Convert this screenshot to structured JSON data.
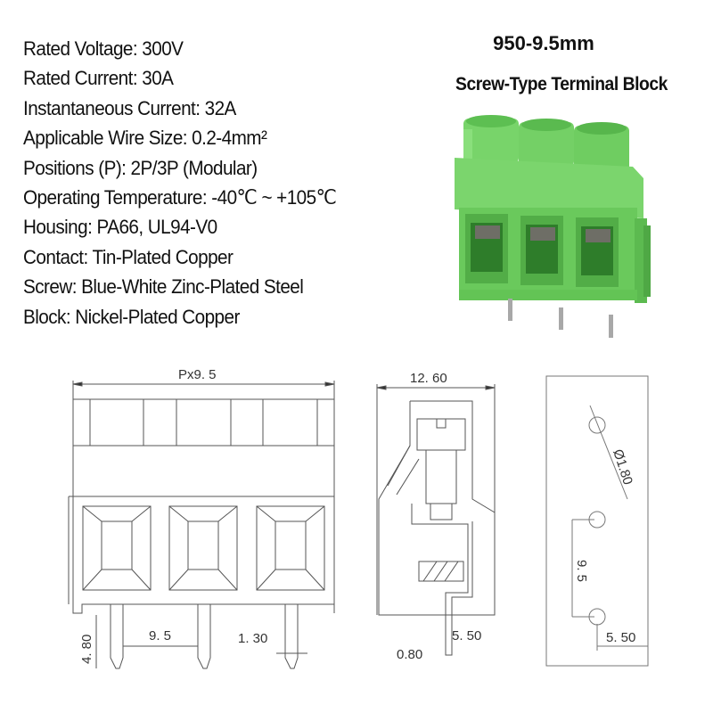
{
  "specs": [
    {
      "label": "Rated Voltage",
      "value": "300V",
      "text": "Rated Voltage: 300V"
    },
    {
      "label": "Rated Current",
      "value": "30A",
      "text": "Rated Current: 30A"
    },
    {
      "label": "Instantaneous Current",
      "value": "32A",
      "text": "Instantaneous Current: 32A"
    },
    {
      "label": "Applicable Wire Size",
      "value": "0.2-4mm²",
      "text": "Applicable Wire Size: 0.2-4mm²"
    },
    {
      "label": "Positions (P)",
      "value": "2P/3P (Modular)",
      "text": "Positions (P): 2P/3P (Modular)"
    },
    {
      "label": "Operating Temperature",
      "value": "-40℃ ~ +105℃",
      "text": "Operating Temperature: -40℃ ~ +105℃"
    },
    {
      "label": "Housing",
      "value": "PA66, UL94-V0",
      "text": "Housing: PA66, UL94-V0"
    },
    {
      "label": "Contact",
      "value": "Tin-Plated Copper",
      "text": "Contact: Tin-Plated Copper"
    },
    {
      "label": "Screw",
      "value": "Blue-White Zinc-Plated Steel",
      "text": "Screw: Blue-White Zinc-Plated Steel"
    },
    {
      "label": "Block",
      "value": "Nickel-Plated Copper",
      "text": "Block: Nickel-Plated Copper"
    }
  ],
  "product": {
    "model": "950-9.5mm",
    "type": "Screw-Type Terminal Block",
    "housing_color": "#6fcf5f",
    "housing_shadow": "#3e9a3a"
  },
  "drawings": {
    "front_view": {
      "overall_width": "Px9. 5",
      "pin_length": "4. 80",
      "pin_pitch": "9. 5",
      "pin_width": "1. 30"
    },
    "side_view": {
      "depth": "12. 60",
      "pin_thickness": "0.80",
      "pin_offset": "5. 50"
    },
    "pcb_layout": {
      "hole_diameter": "Ø1.80",
      "hole_pitch": "9. 5",
      "edge_offset": "5. 50"
    }
  }
}
